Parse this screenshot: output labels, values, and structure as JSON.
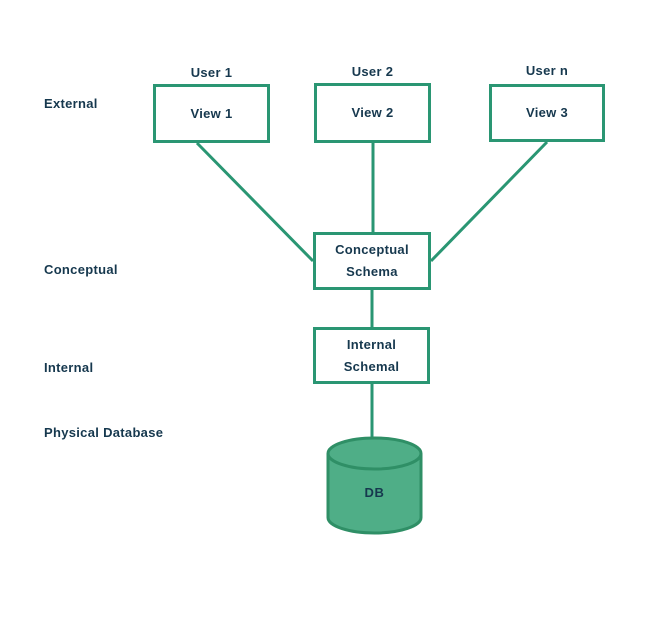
{
  "colors": {
    "line": "#2a9673",
    "text": "#16384e",
    "cylinder_fill": "#4fae87",
    "cylinder_stroke": "#2f8f66"
  },
  "layers": {
    "external": "External",
    "conceptual": "Conceptual",
    "internal": "Internal",
    "physical": "Physical Database"
  },
  "users": {
    "user1": "User 1",
    "user2": "User 2",
    "usern": "User n"
  },
  "views": {
    "view1": "View 1",
    "view2": "View 2",
    "view3": "View 3"
  },
  "conceptual_schema": {
    "line1": "Conceptual",
    "line2": "Schema"
  },
  "internal_schema": {
    "line1": "Internal",
    "line2": "Schemal"
  },
  "database": {
    "label": "DB"
  }
}
